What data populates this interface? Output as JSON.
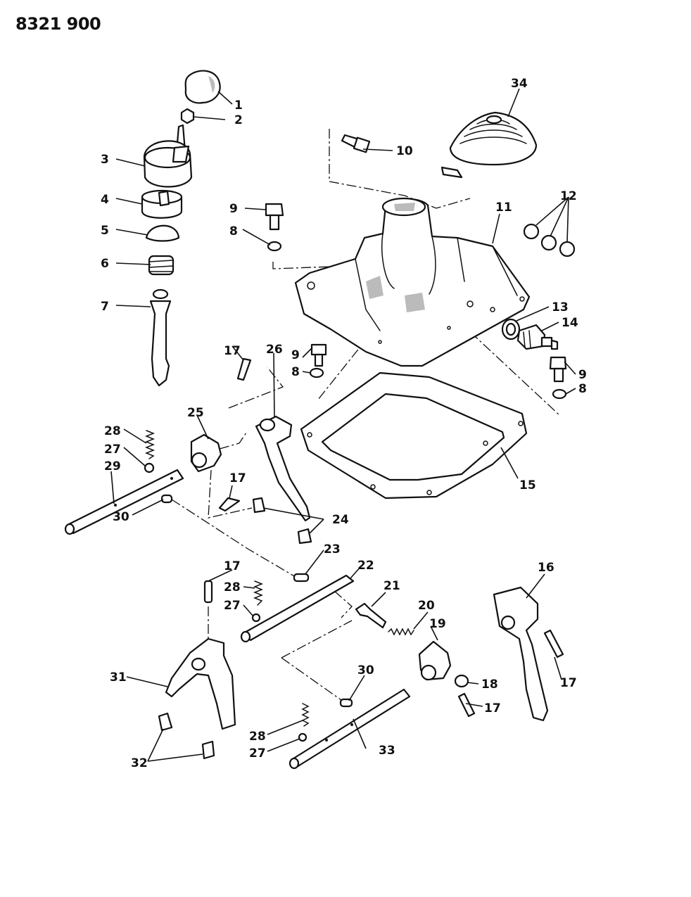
{
  "document": {
    "id": "8321 900"
  },
  "callouts": [
    "1",
    "2",
    "3",
    "4",
    "5",
    "6",
    "7",
    "8",
    "9",
    "10",
    "11",
    "12",
    "13",
    "14",
    "15",
    "16",
    "17",
    "18",
    "19",
    "20",
    "21",
    "22",
    "23",
    "24",
    "25",
    "26",
    "27",
    "28",
    "29",
    "30",
    "31",
    "32",
    "33",
    "34"
  ]
}
